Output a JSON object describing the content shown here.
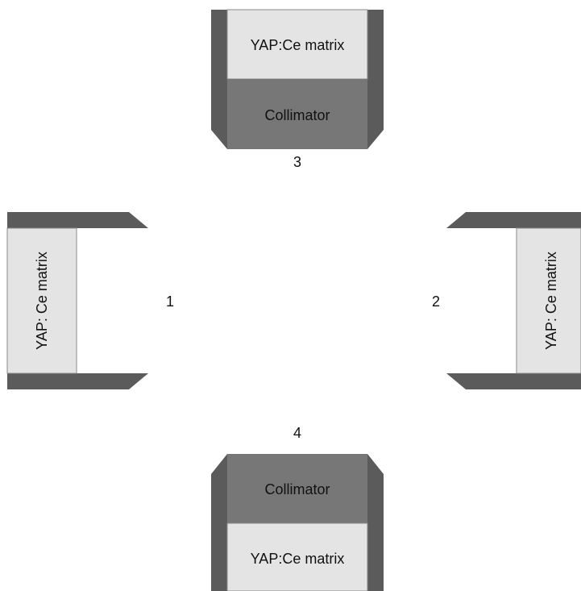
{
  "detectors": [
    {
      "id": "3",
      "position": "top",
      "scintillator_label": "YAP:Ce matrix",
      "collimator_label": "Collimator"
    },
    {
      "id": "1",
      "position": "left",
      "scintillator_label": "YAP: Ce matrix"
    },
    {
      "id": "2",
      "position": "right",
      "scintillator_label": "YAP: Ce matrix"
    },
    {
      "id": "4",
      "position": "bottom",
      "scintillator_label": "YAP:Ce matrix",
      "collimator_label": "Collimator"
    }
  ],
  "colors": {
    "shield": "#5b5b5b",
    "collimator": "#777777",
    "scintillator": "#e4e4e4",
    "background": "#ffffff"
  }
}
